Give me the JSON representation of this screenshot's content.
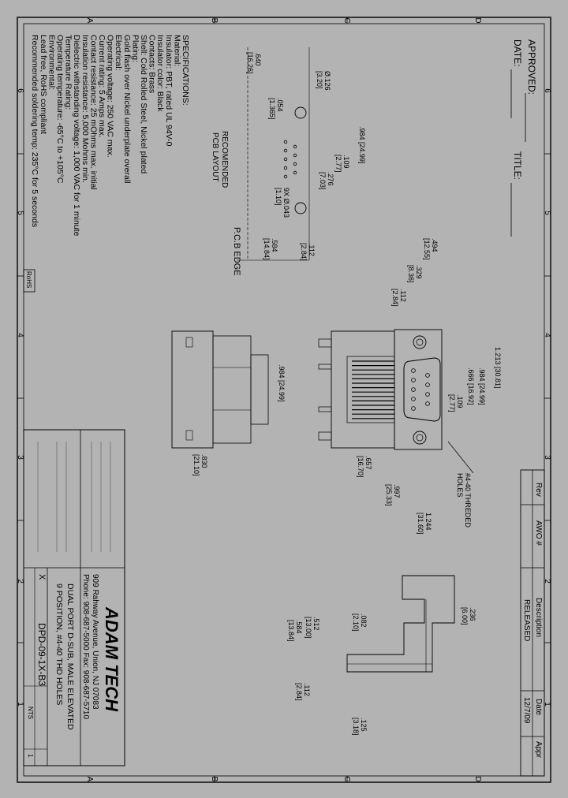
{
  "sheet": {
    "background": "#b3b3b3",
    "ink": "#000000",
    "border_letters": [
      "A",
      "B",
      "C",
      "D"
    ],
    "border_numbers": [
      "6",
      "5",
      "4",
      "3",
      "2",
      "1"
    ]
  },
  "approval": {
    "approved_label": "APPROVED:",
    "date_label": "DATE:",
    "title_label": "TITLE:"
  },
  "revision_table": {
    "headers": [
      "Rev",
      "AWO #",
      "Description",
      "Date",
      "Appr"
    ],
    "row": {
      "rev": "",
      "awo": "",
      "description": "RELEASED",
      "date": "12/7/09",
      "appr": ""
    }
  },
  "specifications": {
    "heading": "SPECIFICATIONS:",
    "lines": [
      "Material:",
      "Insulator: PBT, rated UL 94V-0",
      "Insulator color: Black",
      "Contacts: Brass",
      "Shell: Cold Rolled Steel, Nickel plated",
      "Plating:",
      "Gold flash over Nickel underplate overall",
      "Electrical:",
      "Operating voltage: 250 VAC max.",
      "Current rating: 5 Amps max.",
      "Contact resistance: 25 mOhms max. initial",
      "Insulation resistance: 5,000 Mohms min.",
      "Dielectric withstanding voltage: 1,000 VAC for 1 minute",
      "Temperature Rating:",
      "Operating temperature: -65°C to +105°C",
      "Environmental:",
      "Lead free, RoHS compliant",
      "Recommended soldering temp: 235°C for 5 seconds"
    ],
    "rohs_badge": "RoHS"
  },
  "pcb_layout": {
    "label_line1": "RECOMENDED",
    "label_line2": "PCB LAYOUT",
    "edge_label": "P.C.B EDGE",
    "dims": [
      "Ø.126\n[3.20]",
      ".640\n[16.26]",
      ".054\n[1.365]",
      ".984 [24.99]",
      ".109\n[2.77]",
      ".276\n[7.03]",
      "9X Ø.043\n[1.10]",
      ".112\n[2.84]",
      ".584\n[14.84]"
    ]
  },
  "front_view": {
    "dims": [
      ".494\n[12.55]",
      ".329\n[8.36]",
      ".112\n[2.84]",
      "1.213 [30.81]",
      ".984 [24.99]",
      ".666 [16.92]",
      ".109\n[2.77]",
      ".657\n[16.70]",
      ".997\n[25.33]",
      "1.244\n[31.60]"
    ],
    "hole_note": "#4-40 THREDED\nHOLES"
  },
  "top_view": {
    "dims": [
      ".984 [24.99]",
      ".830\n[21.10]"
    ]
  },
  "side_view": {
    "dims": [
      ".236\n[6.00]",
      ".082\n[2.10]",
      ".512\n[13.00]",
      ".584\n[13.84]",
      ".112\n[2.84]",
      ".125\n[3.18]"
    ]
  },
  "title_block": {
    "company": "ADAM TECH",
    "address": "909 Rahway Avenue, Union, NJ 07083",
    "phone": "Phone: 908-687-5000  Fax: 908-687-5710",
    "title_line1": "DUAL PORT D-SUB, MALE ELEVATED",
    "title_line2": "9 POSITION, #4-40 THD HOLES",
    "part_number": "DPD-09-1X-B3",
    "scale": "NTS",
    "sheet_no": "1",
    "rev_letter": "X"
  }
}
